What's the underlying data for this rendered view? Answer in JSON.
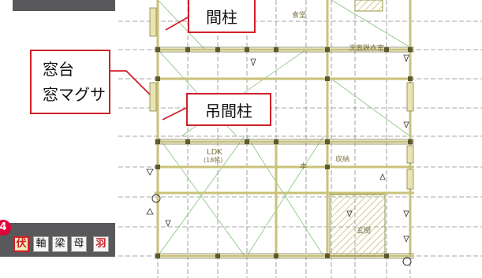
{
  "callouts": {
    "mabashira": "間柱",
    "madodai_line1": "窓台",
    "madodai_line2": "窓マグサ",
    "tsuri_mabashira": "吊間柱"
  },
  "plan_labels": {
    "dining": "食堂",
    "wic": "洗面脱衣室",
    "ldk": "LDK",
    "ldk_size": "(18帖)",
    "hon": "本",
    "storage": "収納",
    "entrance": "玄関"
  },
  "toolbar": {
    "step_number": "4",
    "buttons": [
      {
        "label": "伏"
      },
      {
        "label": "軸"
      },
      {
        "label": "梁"
      },
      {
        "label": "母"
      },
      {
        "label": "羽"
      }
    ]
  },
  "colors": {
    "accent_red": "#d0202a",
    "badge": "#e4003a",
    "toolbar_bg": "#59595b",
    "beam": "#c8c27a",
    "grid": "#8a8a8a"
  }
}
